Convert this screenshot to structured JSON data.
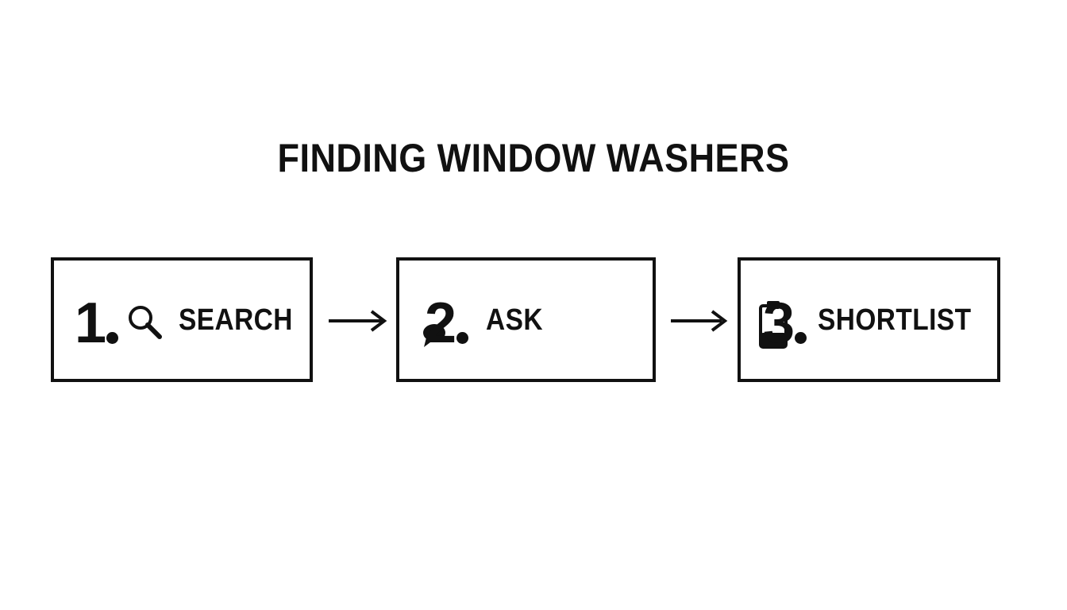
{
  "title": "FINDING WINDOW WASHERS",
  "steps": [
    {
      "number": "1",
      "label": "SEARCH",
      "icon": "magnifier-icon"
    },
    {
      "number": "2",
      "label": "ASK",
      "icon": "chat-bubble-icon"
    },
    {
      "number": "3",
      "label": "SHORTLIST",
      "icon": "clipboard-icon"
    }
  ],
  "colors": {
    "ink": "#111111",
    "background": "#ffffff"
  }
}
